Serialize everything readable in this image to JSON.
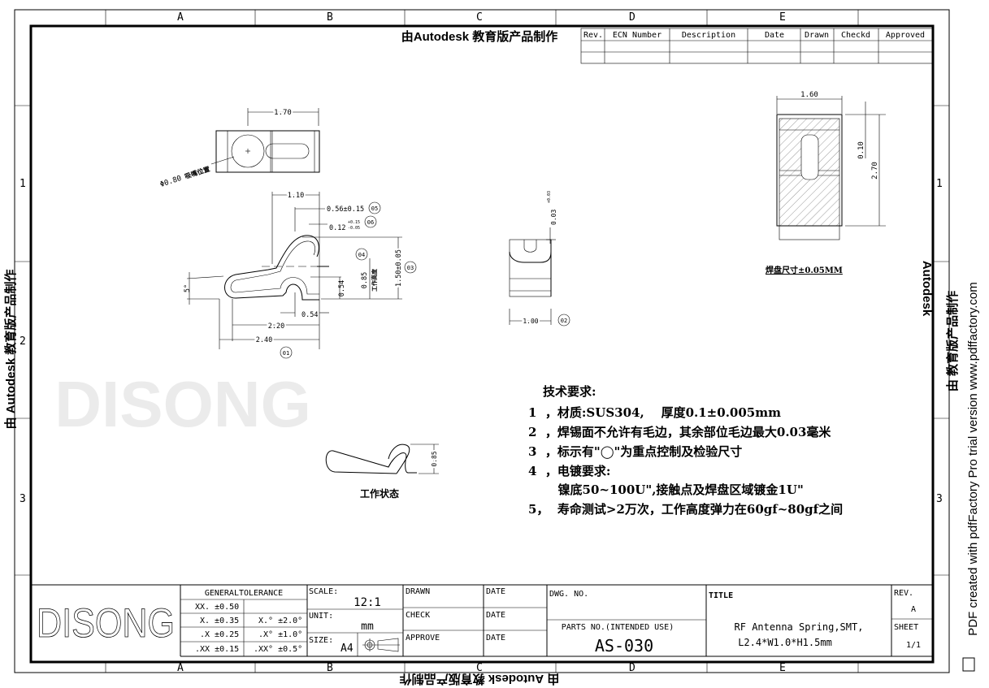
{
  "watermarks": {
    "top": "由Autodesk 教育版产品制作",
    "bottom": "由 Autodesk 教育版产品制作",
    "left": "由 Autodesk 教育版产品制作",
    "right_autodesk": "Autodesk",
    "right_cn": "由 教育版产品制作",
    "pdffactory": "PDF created with pdfFactory Pro trial version www.pdffactory.com",
    "logo": "DISONG"
  },
  "zones": {
    "cols": [
      "A",
      "B",
      "C",
      "D",
      "E"
    ],
    "rows": [
      "1",
      "2",
      "3"
    ]
  },
  "revision_table": {
    "headers": [
      "Rev.",
      "ECN Number",
      "Description",
      "Date",
      "Drawn",
      "Checkd",
      "Approved"
    ]
  },
  "top_view": {
    "dim_width": "1.70",
    "hole_note": "Φ0.80",
    "hole_note_cn": "吸嘴位置"
  },
  "side_view": {
    "d_110": "1.10",
    "d_056": "0.56±0.15",
    "d_012": "0.12",
    "d_012_tol_up": "+0.15",
    "d_012_tol_dn": "-0.05",
    "d_150": "1.50±0.05",
    "d_054v": "0.54",
    "d_085": "0.85",
    "d_085_cn": "工作高度",
    "d_054h": "0.54",
    "d_220": "2.20",
    "d_240": "2.40",
    "d_angle": "5°",
    "marks": [
      "01",
      "03",
      "04",
      "05",
      "06"
    ]
  },
  "front_view": {
    "d_100": "1.00",
    "d_003": "0.03",
    "d_003_tol": "+0.03",
    "mark": "02"
  },
  "pad_view": {
    "d_160": "1.60",
    "d_010": "0.10",
    "d_270": "2.70",
    "note": "焊盘尺寸±0.05MM"
  },
  "working_state": {
    "d_085": "0.85",
    "label": "工作状态"
  },
  "requirements": {
    "title": "技术要求:",
    "items": [
      "1  ，材质:SUS304,    厚度0.1±0.005mm",
      "2  ，焊锡面不允许有毛边，其余部位毛边最大0.03毫米",
      "3  ，标示有\"◯\"为重点控制及检验尺寸",
      "4  ，电镀要求:",
      "       镍底50~100U\",接触点及焊盘区域镀金1U\"",
      "5，  寿命测试>2万次，工作高度弹力在60gf~80gf之间"
    ]
  },
  "title_block": {
    "company": "DISONG",
    "tolerance_header": "GENERALTOLERANCE",
    "tolerances": [
      [
        "XX. ±0.50",
        ""
      ],
      [
        "X. ±0.35",
        "X.° ±2.0°"
      ],
      [
        ".X ±0.25",
        ".X° ±1.0°"
      ],
      [
        ".XX ±0.15",
        ".XX° ±0.5°"
      ]
    ],
    "scale_label": "SCALE:",
    "scale": "12:1",
    "unit_label": "UNIT:",
    "unit": "mm",
    "size_label": "SIZE:",
    "size": "A4",
    "drawn": "DRAWN",
    "check": "CHECK",
    "approve": "APPROVE",
    "date": "DATE",
    "dwg_no_label": "DWG. NO.",
    "parts_no_label": "PARTS NO.(INTENDED USE)",
    "parts_no": "AS-030",
    "title_label": "TITLE",
    "title_line1": "RF Antenna Spring,SMT,",
    "title_line2": "L2.4*W1.0*H1.5mm",
    "rev_label": "REV.",
    "rev": "A",
    "sheet_label": "SHEET",
    "sheet": "1/1"
  }
}
